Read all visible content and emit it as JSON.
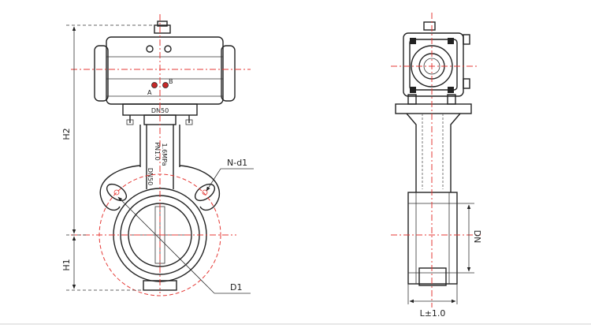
{
  "drawing": {
    "front_view": {
      "dimension_labels": {
        "h2": "H2",
        "h1": "H1",
        "bolt_holes": "N-d1",
        "flange_diameter": "D1"
      },
      "body_markings": {
        "size_plate": "DN50",
        "neck_text_1": "PN1.0",
        "neck_text_2": "1.6MPa",
        "neck_text_3": "DN50",
        "port_a": "A",
        "port_b": "B"
      }
    },
    "side_view": {
      "dimension_labels": {
        "nominal_diameter": "DN",
        "face_to_face": "L±1.0"
      }
    }
  }
}
